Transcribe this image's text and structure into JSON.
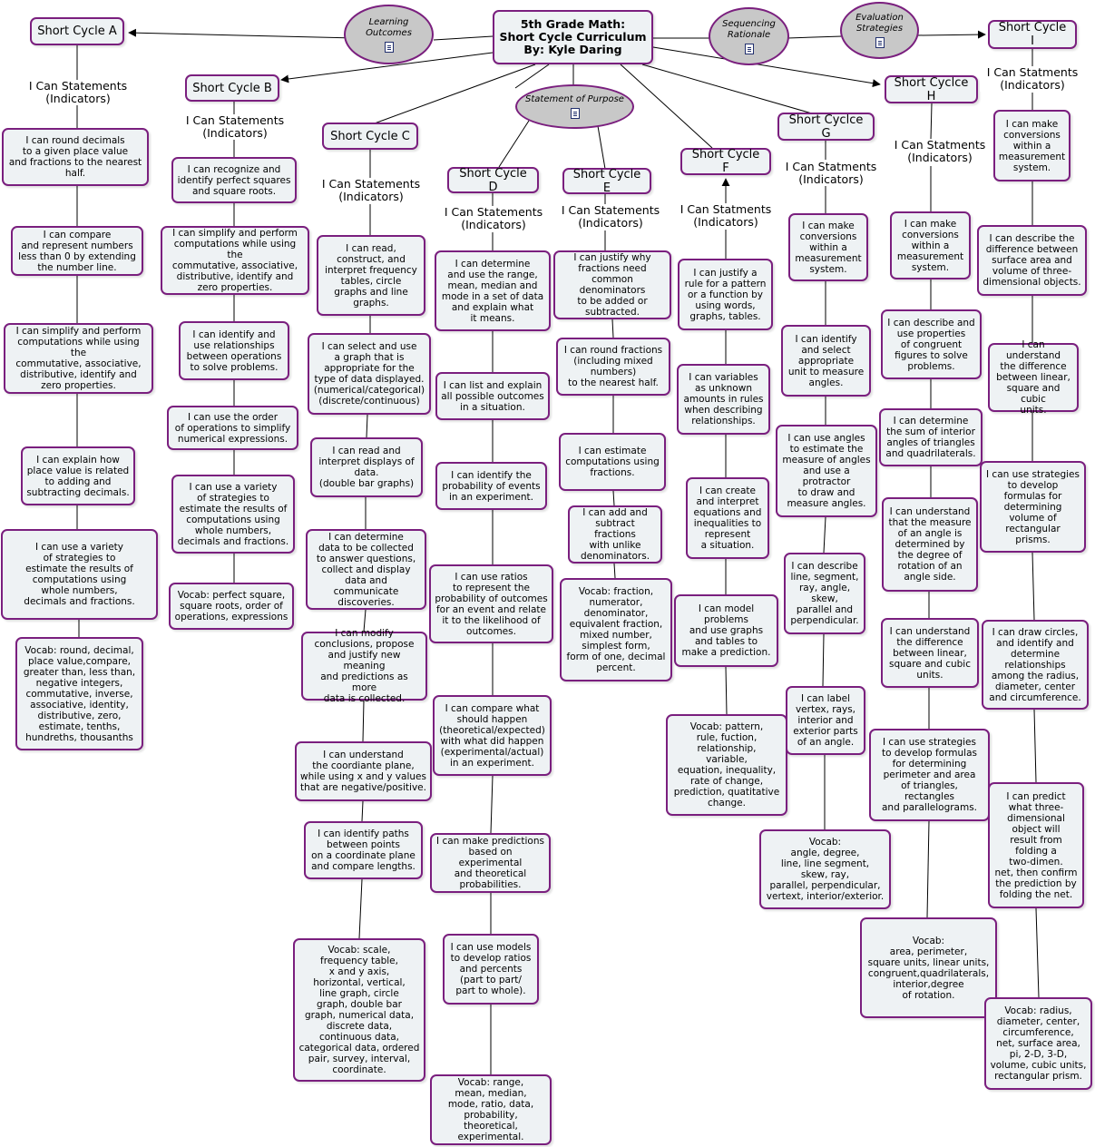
{
  "title": "5th Grade Math:\nShort Cycle Curriculum\nBy: Kyle Daring",
  "indicator_label": "I Can Statements\n(Indicators)",
  "indicator_label_alt": "I Can Statments\n(Indicators)",
  "ovals": {
    "learning_outcomes": "Learning\nOutcomes",
    "sequencing_rationale": "Sequencing\nRationale",
    "evaluation_strategies": "Evaluation\nStrategies",
    "statement_of_purpose": "Statement of Purpose",
    "icon": "document-icon"
  },
  "cycles": {
    "a": "Short Cycle A",
    "b": "Short Cycle B",
    "c": "Short Cycle C",
    "d": "Short Cycle D",
    "e": "Short Cycle E",
    "f": "Short Cycle F",
    "g": "Short Cyclce G",
    "h": "Short Cyclce H",
    "i": "Short Cycle I"
  },
  "nodes": {
    "a": [
      "I can round decimals\nto a given place value\nand fractions to the nearest\nhalf.",
      "I can compare\nand represent numbers\nless than 0 by extending\nthe number line.",
      "I can simplify and perform\ncomputations while using the\ncommutative, associative,\ndistributive, identify and\nzero properties.",
      "I can explain how\nplace value is related\nto adding and\nsubtracting decimals.",
      "I can use a variety\nof strategies to\nestimate the results of\ncomputations using\nwhole numbers,\ndecimals and fractions.",
      "Vocab: round, decimal,\nplace value,compare,\ngreater than, less than,\nnegative integers,\ncommutative, inverse,\nassociative, identity,\ndistributive, zero,\nestimate, tenths,\nhundreths, thousanths"
    ],
    "b": [
      "I can recognize and\nidentify perfect squares\nand square roots.",
      "I can  simplify and perform\ncomputations while using the\ncommutative, associative,\ndistributive, identify and\nzero properties.",
      "I can identify and\nuse relationships\nbetween operations\nto solve problems.",
      "I can use the order\nof operations to simplify\nnumerical expressions.",
      "I can use a variety\nof strategies to\nestimate the results of\ncomputations using\nwhole numbers,\ndecimals and fractions.",
      "Vocab: perfect square,\nsquare roots, order of\noperations, expressions"
    ],
    "c": [
      "I can read,\nconstruct, and\ninterpret frequency\ntables, circle\ngraphs and line\ngraphs.",
      "I can select and use\na graph that is\nappropriate for the\ntype of data displayed.\n(numerical/categorical)\n(discrete/continuous)",
      "I can read and\ninterpret displays of\ndata.\n(double bar graphs)",
      "I can determine\ndata to be collected\nto answer questions,\ncollect and display\ndata and communicate\ndiscoveries.",
      "I can modify\nconclusions, propose\nand justify new meaning\nand predictions as more\ndata is collected.",
      "I can understand\nthe coordiante plane,\nwhile using x and y values\nthat are negative/positive.",
      "I can identify paths\nbetween points\non a coordinate plane\nand compare lengths.",
      "Vocab: scale,\nfrequency table,\nx and y axis,\nhorizontal, vertical,\nline graph, circle\ngraph, double bar\ngraph, numerical data,\ndiscrete data,\ncontinuous data,\ncategorical data, ordered\npair, survey, interval,\ncoordinate."
    ],
    "d": [
      "I can determine\nand use the range,\nmean, median and\nmode in a set of data\nand explain what\nit means.",
      "I can list and explain\nall possible outcomes\nin a situation.",
      "I can identify the\nprobability of events\nin an experiment.",
      "I can use ratios\nto represent the\nprobability of outcomes\nfor an event and relate\nit to the likelihood of\noutcomes.",
      "I can compare what\nshould happen\n(theoretical/expected)\nwith what did happen\n(experimental/actual)\nin an experiment.",
      "I can make predictions\nbased on experimental\nand theoretical\nprobabilities.",
      "I can use models\nto develop ratios\nand percents\n(part to part/\npart to whole).",
      "Vocab: range,\nmean, median,\nmode, ratio, data,\nprobability, theoretical,\nexperimental."
    ],
    "e": [
      "I can justify why\nfractions need\ncommon denominators\nto be added or\nsubtracted.",
      "I can round fractions\n(including mixed\nnumbers)\nto the nearest half.",
      "I can estimate\ncomputations using\nfractions.",
      "I can add and\nsubtract fractions\nwith unlike\ndenominators.",
      "Vocab: fraction,\nnumerator,\ndenominator,\nequivalent fraction,\nmixed number,\nsimplest form,\nform of one, decimal\npercent."
    ],
    "f": [
      "I can justify a\nrule for a pattern\nor a function by\nusing words,\ngraphs, tables.",
      "I can variables\nas unknown\namounts in rules\nwhen describing\nrelationships.",
      "I can create\nand interpret\nequations and\ninequalities to\nrepresent\na situation.",
      "I can model\nproblems\nand use graphs\nand tables to\nmake a prediction.",
      "Vocab: pattern,\nrule, fuction,\nrelationship,\nvariable,\nequation, inequality,\nrate of change,\nprediction, quatitative\nchange."
    ],
    "g": [
      "I can make\nconversions\nwithin a\nmeasurement\nsystem.",
      "I can identify\nand select\nappropriate\nunit to measure\nangles.",
      "I can use angles\nto estimate the\nmeasure of angles\nand use a\nprotractor\nto draw and\nmeasure angles.",
      "I can describe\nline, segment,\nray, angle,\nskew,\nparallel and\nperpendicular.",
      "I can label\nvertex, rays,\ninterior and\nexterior parts\nof an angle.",
      "Vocab:\nangle, degree,\nline, line segment,\nskew, ray,\nparallel, perpendicular,\nvertext, interior/exterior."
    ],
    "h": [
      "I can make\nconversions\nwithin a\nmeasurement\nsystem.",
      "I can describe and\nuse properties\nof congruent\nfigures to solve\nproblems.",
      "I can determine\nthe sum of interior\nangles of triangles\nand quadrilaterals.",
      "I can understand\nthat the measure\nof an angle is\ndetermined by\nthe degree of\nrotation of an\nangle side.",
      "I can understand\nthe difference\nbetween linear,\nsquare and cubic\nunits.",
      "I can use strategies\nto develop formulas\nfor determining\nperimeter and area\nof triangles, rectangles\nand parallelograms.",
      "Vocab:\narea, perimeter,\nsquare units, linear units,\ncongruent,quadrilaterals,\ninterior,degree\nof rotation."
    ],
    "i": [
      "I can make\nconversions\nwithin a\nmeasurement\nsystem.",
      "I can describe the\ndifference between\nsurface area and\nvolume of three-\ndimensional objects.",
      "I can understand\nthe difference\nbetween linear,\nsquare and cubic\nunits.",
      "I can use strategies\nto develop\nformulas for\ndetermining\nvolume of\nrectangular\nprisms.",
      "I can draw circles,\nand identify and\ndetermine\nrelationships\namong the radius,\ndiameter, center\nand circumference.",
      "I can predict\nwhat three-\ndimensional\nobject will\nresult from\nfolding a\ntwo-dimen.\nnet, then confirm\nthe prediction by\nfolding the net.",
      "Vocab: radius,\ndiameter, center,\ncircumference,\nnet, surface area,\npi, 2-D, 3-D,\nvolume, cubic units,\nrectangular prism."
    ]
  },
  "colors": {
    "border": "#7a1f7e",
    "fill": "#eef2f4",
    "oval_fill": "#c8c8c8",
    "line": "#000000"
  }
}
